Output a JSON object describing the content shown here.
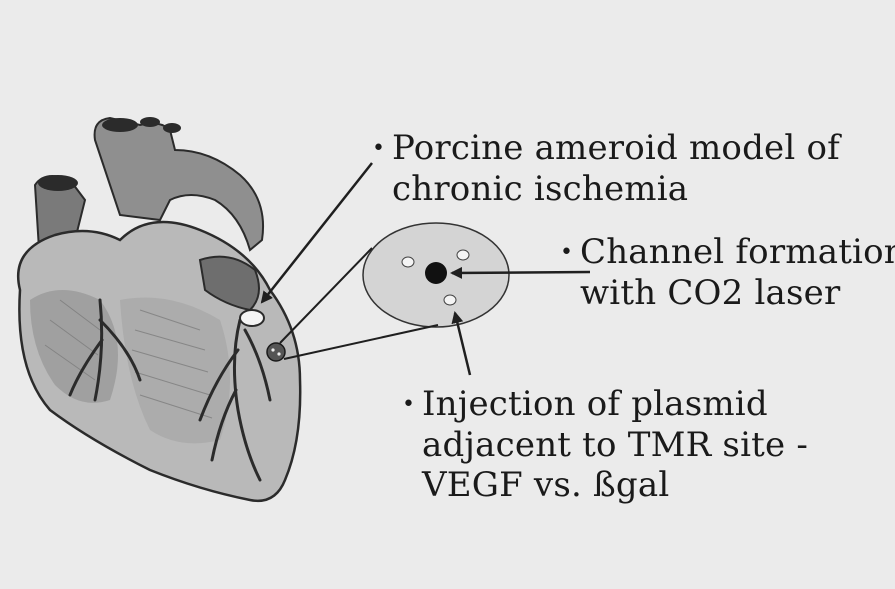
{
  "colors": {
    "background": "#ebebeb",
    "heart_dark": "#2b2b2b",
    "heart_mid": "#8a8a8a",
    "heart_light": "#cfcfcf",
    "inset_fill": "#d4d4d4",
    "line": "#1f1f1f"
  },
  "annotations": {
    "ameroid": {
      "bullet": "•",
      "lines": [
        "Porcine ameroid model of",
        "chronic ischemia"
      ]
    },
    "channel": {
      "bullet": "•",
      "lines": [
        "Channel formation",
        "with CO2 laser"
      ]
    },
    "injection": {
      "bullet": "•",
      "lines": [
        "Injection of plasmid",
        "adjacent to TMR site -",
        "VEGF vs. ßgal"
      ]
    }
  },
  "icons": [
    "heart-illustration",
    "tmr-site-inset"
  ]
}
